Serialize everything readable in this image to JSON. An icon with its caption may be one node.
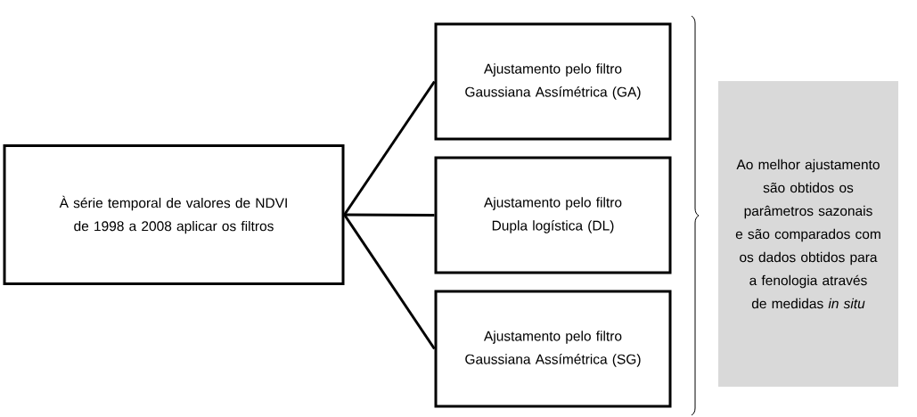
{
  "diagram": {
    "nodes": [
      {
        "text": [
          "À série temporal de valores de NDVI de 1998 a 2008 aplicar os filtros"
        ]
      },
      {
        "text": [
          "Ajustamento pelo filtro Gaussiana Assímétrica (GA)"
        ]
      },
      {
        "text": [
          "Ajustamento pelo filtro Dupla logística (DL)"
        ]
      },
      {
        "text": [
          "Ajustamento pelo filtro Gaussiana Assímétrica (SG)"
        ]
      },
      {
        "text": [
          "Ao melhor ajustamento são obtidos os parâmetros sazonais e são comparados com os dados obtidos para a fenologia através de medidas *in situ*"
        ]
      }
    ],
    "edges": [
      {
        "from": 0,
        "to": 1,
        "arrow": "none"
      },
      {
        "from": 0,
        "to": 2,
        "arrow": "none"
      },
      {
        "from": 0,
        "to": 3,
        "arrow": "none"
      }
    ]
  }
}
